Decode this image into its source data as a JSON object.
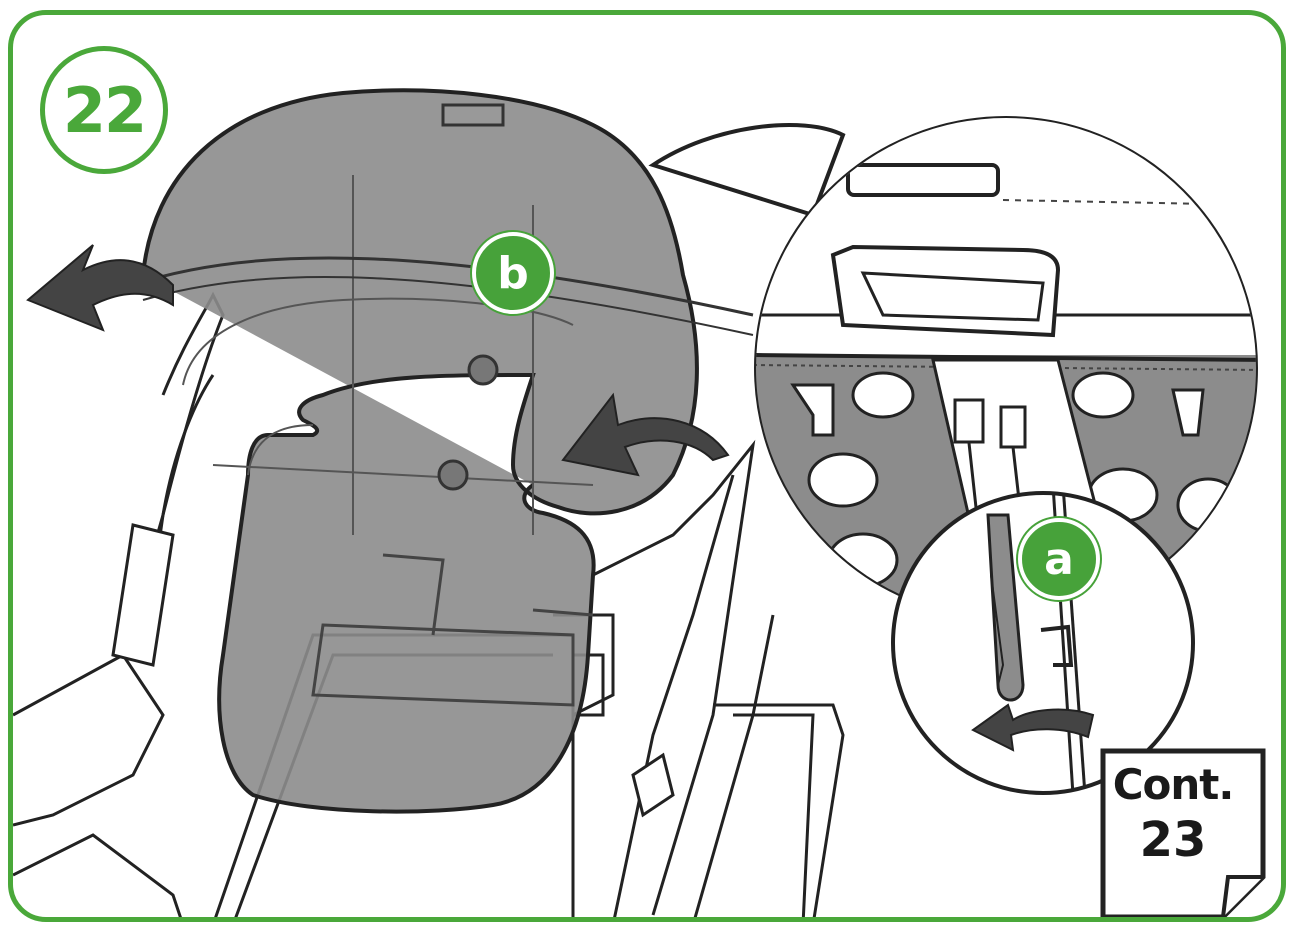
{
  "step_number": "22",
  "callouts": {
    "a": "a",
    "b": "b"
  },
  "continuation_note": {
    "line1": "Cont.",
    "line2": "23"
  },
  "colors": {
    "accent_green": "#4aa83a",
    "part_gray": "#8c8c8c",
    "line": "#222222"
  }
}
